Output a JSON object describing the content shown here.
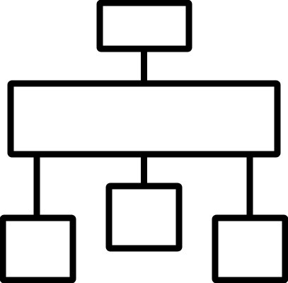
{
  "diagram": {
    "icon": "hierarchy-structure-icon",
    "stroke_color": "#000000",
    "background_color": "#ffffff",
    "nodes": [
      {
        "id": "top-node",
        "level": 0
      },
      {
        "id": "middle-bar",
        "level": 1
      },
      {
        "id": "left-child",
        "level": 2
      },
      {
        "id": "center-child",
        "level": 2
      },
      {
        "id": "right-child",
        "level": 2
      }
    ],
    "edges": [
      {
        "from": "top-node",
        "to": "middle-bar"
      },
      {
        "from": "middle-bar",
        "to": "left-child"
      },
      {
        "from": "middle-bar",
        "to": "center-child"
      },
      {
        "from": "middle-bar",
        "to": "right-child"
      }
    ]
  }
}
